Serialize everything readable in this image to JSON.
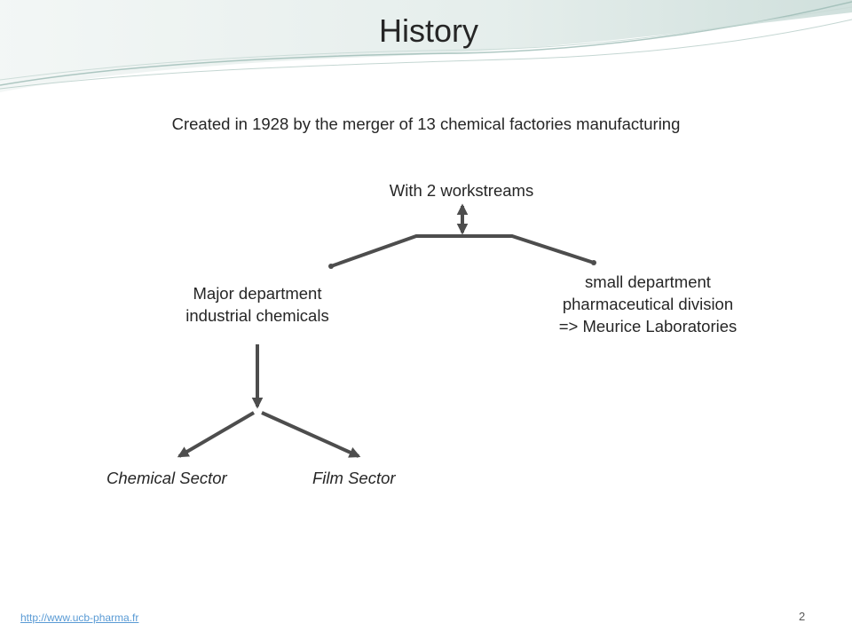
{
  "slide": {
    "title": "History",
    "intro": "Created in 1928 by the merger of 13 chemical factories manufacturing",
    "footer_link": "http://www.ucb-pharma.fr",
    "page_number": "2"
  },
  "diagram": {
    "root": "With 2  workstreams",
    "branches": {
      "major": [
        "Major department",
        "industrial chemicals"
      ],
      "small": [
        "small department",
        "pharmaceutical division",
        "=> Meurice Laboratories"
      ]
    },
    "sectors": [
      "Chemical Sector",
      "Film Sector"
    ]
  },
  "colors": {
    "text": "#262626",
    "connector": "#4d4d4d",
    "decoration": "#b7d0cc",
    "link": "#5a9bd5"
  }
}
